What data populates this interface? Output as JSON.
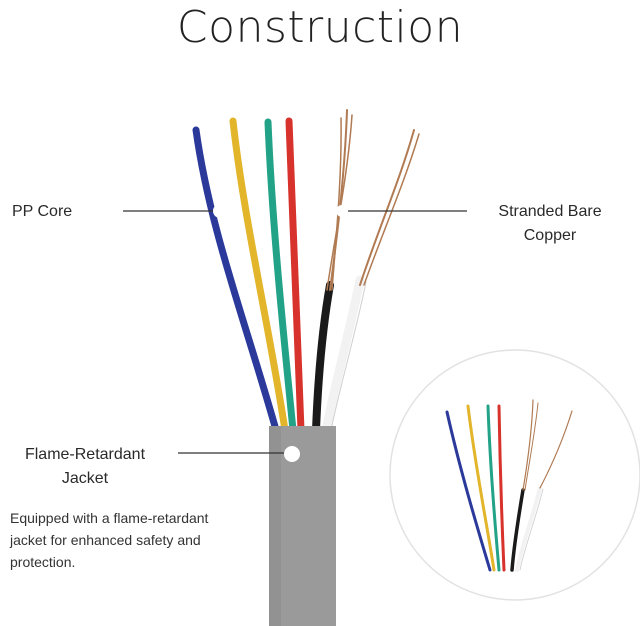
{
  "title": "Construction",
  "labels": {
    "pp_core": "PP Core",
    "stranded_copper": [
      "Stranded Bare",
      "Copper"
    ],
    "jacket": [
      "Flame-Retardant",
      "Jacket"
    ]
  },
  "note": "Equipped with a flame-retardant jacket for enhanced safety and protection.",
  "colors": {
    "blue": "#2b3a9a",
    "yellow": "#e2b52a",
    "green": "#22a287",
    "red": "#d8322c",
    "black": "#1a1a1a",
    "white": "#f2f2f2",
    "copper": "#b07a52",
    "jacket": "#9a9a9a"
  }
}
